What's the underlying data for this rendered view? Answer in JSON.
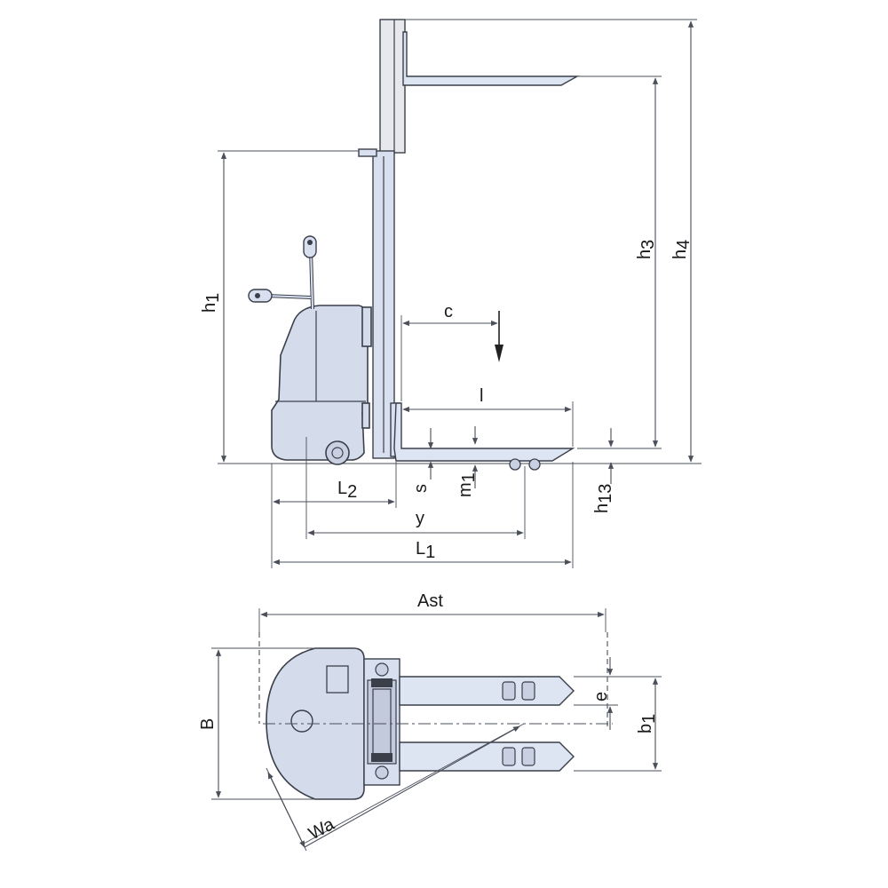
{
  "colors": {
    "body_fill": "#d4dcec",
    "mast_fill": "#d8e0f0",
    "mast_upper_fill": "#e6e8ec",
    "fork_fill": "#dde4f2",
    "outline": "#3a3f4a",
    "dimension_lines": "#4a4f5a"
  },
  "side_view": {
    "labels": {
      "h1": "h1",
      "h3": "h3",
      "h4": "h4",
      "c": "c",
      "l": "l",
      "s": "s",
      "m1": "m1",
      "h13": "h13",
      "L2": "L2",
      "y": "y",
      "L1": "L1"
    }
  },
  "top_view": {
    "labels": {
      "Ast": "Ast",
      "B": "B",
      "e": "e",
      "b1": "b1",
      "Wa": "Wa"
    }
  }
}
